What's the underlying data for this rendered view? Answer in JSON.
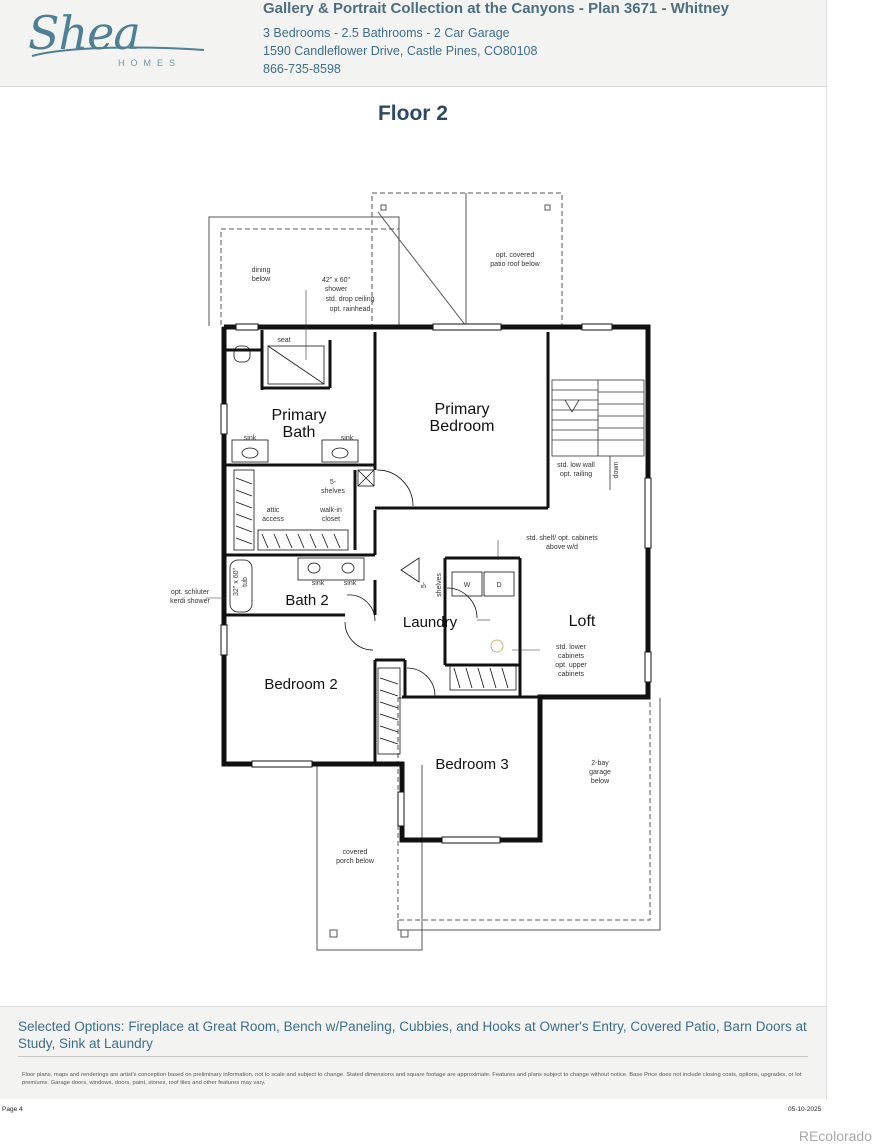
{
  "brand": {
    "name": "Shea",
    "sub": "HOMES"
  },
  "header": {
    "title": "Gallery & Portrait Collection at the Canyons - Plan 3671 - Whitney",
    "specs": "3 Bedrooms - 2.5 Bathrooms - 2 Car Garage",
    "address": "1590 Candleflower Drive, Castle Pines, CO80108",
    "phone": "866-735-8598"
  },
  "floor_title": "Floor 2",
  "rooms": {
    "primary_bath": [
      "Primary",
      "Bath"
    ],
    "primary_bedroom": [
      "Primary",
      "Bedroom"
    ],
    "loft": "Loft",
    "laundry": "Laundry",
    "bath2": "Bath 2",
    "bedroom2": "Bedroom 2",
    "bedroom3": "Bedroom 3"
  },
  "notes": {
    "dining_below": [
      "dining",
      "below"
    ],
    "shower": [
      "42\" x 60\"",
      "shower",
      "std. drop ceiling",
      "opt. rainhead"
    ],
    "patio": [
      "opt. covered",
      "patio roof below"
    ],
    "seat": "seat",
    "sink1": "sink",
    "sink2": "sink",
    "sink3": "sink",
    "sink4": "sink",
    "shelves1": [
      "5-",
      "shelves"
    ],
    "attic": [
      "attic",
      "access"
    ],
    "walkin": [
      "walk-in",
      "closet"
    ],
    "railing": [
      "std. low wall",
      "opt. railing"
    ],
    "down": "down",
    "shelf_cab": [
      "std. shelf/ opt. cabinets",
      "above w/d"
    ],
    "shelves2": [
      "5-",
      "shelves"
    ],
    "washer": "W",
    "dryer": "D",
    "tub": [
      "32\" x 60\"",
      "tub"
    ],
    "schluter": [
      "opt. schluter",
      "kerdi shower"
    ],
    "lower_cab": [
      "std. lower",
      "cabinets",
      "opt. upper",
      "cabinets"
    ],
    "garage": [
      "2-bay",
      "garage",
      "below"
    ],
    "porch": [
      "covered",
      "porch below"
    ]
  },
  "options_text": "Selected Options: Fireplace at Great Room, Bench w/Paneling, Cubbies, and Hooks at Owner's Entry, Covered Patio, Barn Doors at Study, Sink at Laundry",
  "disclaimer": "Floor plans, maps and renderings are artist's conception based on preliminary information, not to scale and subject to change. Stated dimensions and square footage are approximate. Features and plans subject to change without notice. Base Price does not include closing costs, options, upgrades, or lot premiums. Garage doors, windows, doors, paint, stones, roof tiles and other features may vary.",
  "page_label": "Page 4",
  "date": "05-10-2025",
  "watermark": "REcolorado"
}
